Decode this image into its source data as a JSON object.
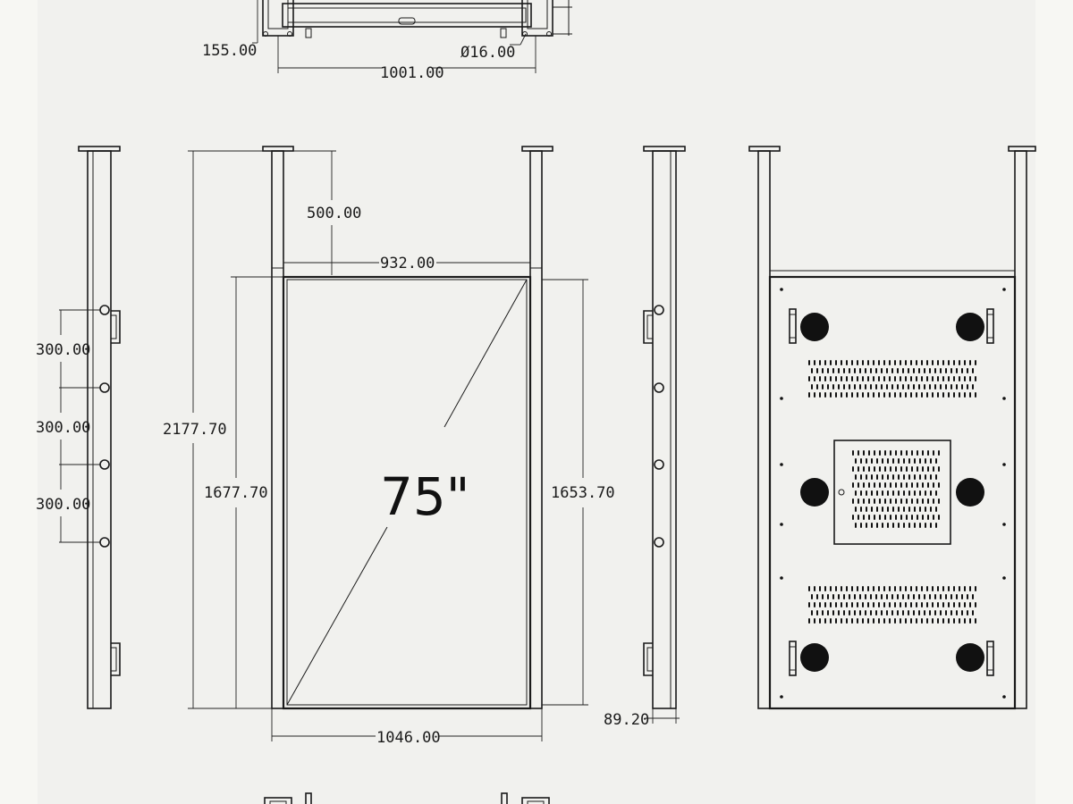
{
  "colors": {
    "paper": "#f1f1ee",
    "margin": "#f7f7f3",
    "ink": "#1a1a1a"
  },
  "top_view": {
    "depth": "155.00",
    "diameter": "Ø16.00",
    "width": "1001.00"
  },
  "left_side": {
    "spacing_1": "300.00",
    "spacing_2": "300.00",
    "spacing_3": "300.00"
  },
  "front_view": {
    "total_height": "2177.70",
    "screen_height": "1677.70",
    "drop": "500.00",
    "inner_width": "932.00",
    "size_label": "75\"",
    "side_height": "1653.70",
    "overall_width": "1046.00"
  },
  "right_side": {
    "thickness": "89.20"
  }
}
